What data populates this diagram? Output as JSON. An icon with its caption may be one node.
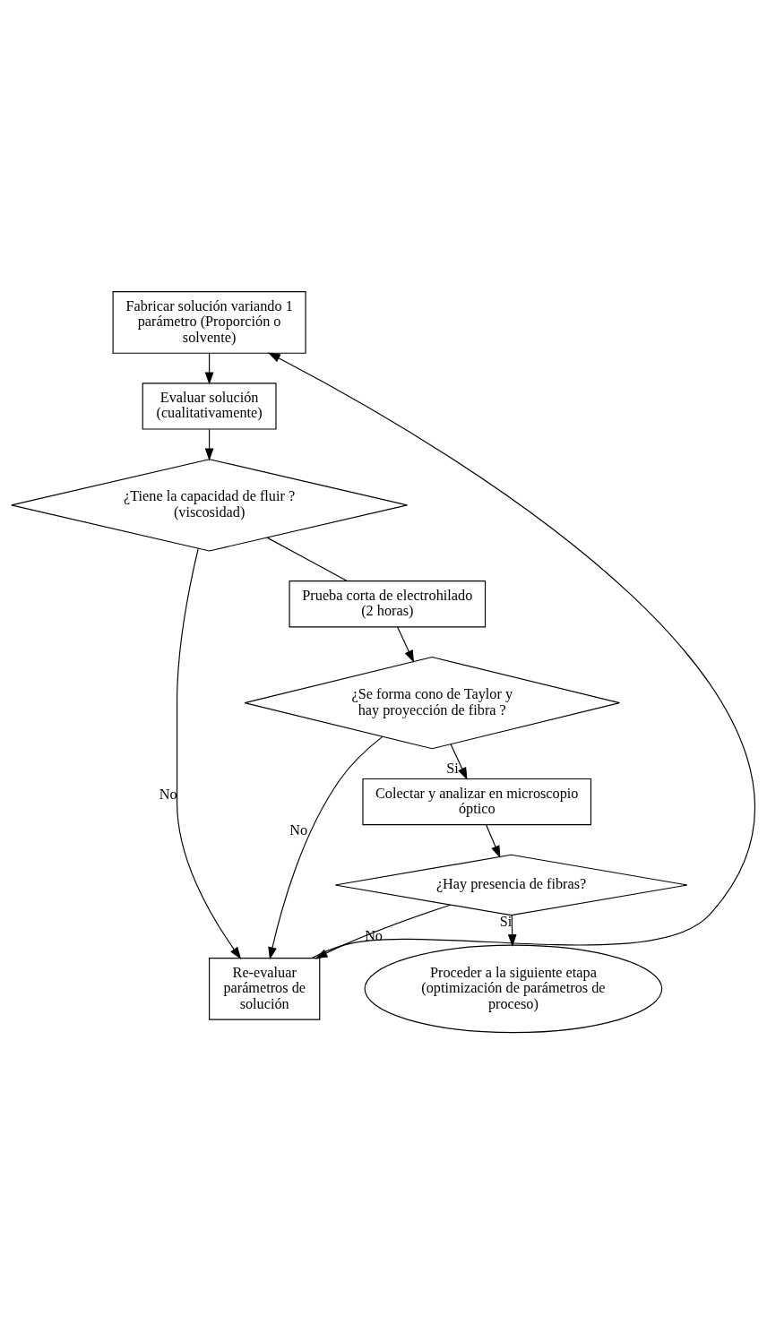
{
  "diagram": {
    "nodes": [
      {
        "text": [
          "Fabricar solución variando 1 parámetro (Proporción o solvente)"
        ]
      },
      {
        "text": [
          "Evaluar solución (cualitativamente)"
        ]
      },
      {
        "text": [
          "¿Tiene la capacidad de fluir ? (viscosidad)"
        ]
      },
      {
        "text": [
          "Re-evaluar parámetros de solución"
        ]
      },
      {
        "text": [
          "Prueba corta de electrohilado (2 horas)"
        ]
      },
      {
        "text": [
          "¿Se forma cono de Taylor y hay proyección de fibra ?"
        ]
      },
      {
        "text": [
          "Colectar y analizar en microscopio óptico"
        ]
      },
      {
        "text": [
          "¿Hay presencia de fibras?"
        ]
      },
      {
        "text": [
          "Proceder a la siguiente etapa (optimización de parámetros de proceso)"
        ]
      }
    ],
    "edges": [
      {
        "from": 0,
        "to": 1,
        "arrow": "to"
      },
      {
        "from": 1,
        "to": 2,
        "arrow": "to"
      },
      {
        "from": 2,
        "to": 4,
        "arrow": "none"
      },
      {
        "from": 2,
        "to": 3,
        "arrow": "to",
        "label": "No"
      },
      {
        "from": 4,
        "to": 5,
        "arrow": "to"
      },
      {
        "from": 5,
        "to": 6,
        "arrow": "to",
        "label": "Si"
      },
      {
        "from": 5,
        "to": 3,
        "arrow": "to",
        "label": "No"
      },
      {
        "from": 6,
        "to": 7,
        "arrow": "to"
      },
      {
        "from": 7,
        "to": 8,
        "arrow": "to",
        "label": "Si"
      },
      {
        "from": 7,
        "to": 3,
        "arrow": "to",
        "label": "No"
      },
      {
        "from": 3,
        "to": 0,
        "arrow": "to"
      }
    ]
  }
}
